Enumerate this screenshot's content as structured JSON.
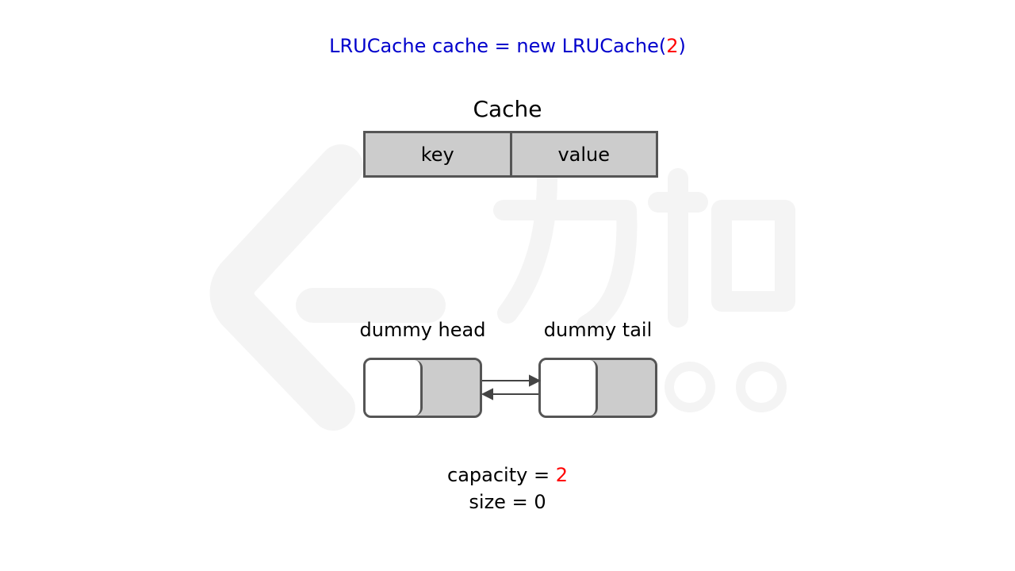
{
  "header": {
    "code_prefix": "LRUCache cache = new LRUCache(",
    "code_arg": "2",
    "code_suffix": ")"
  },
  "cache": {
    "title": "Cache",
    "columns": [
      "key",
      "value"
    ]
  },
  "list": {
    "head_label": "dummy head",
    "tail_label": "dummy tail"
  },
  "stats": {
    "capacity_label": "capacity = ",
    "capacity_value": "2",
    "size_label": "size = ",
    "size_value": "0"
  },
  "colors": {
    "code_text": "#0000cc",
    "highlight": "#ff0000",
    "cell_fill": "#cccccc",
    "border": "#555555",
    "watermark": "#f4f4f4"
  }
}
